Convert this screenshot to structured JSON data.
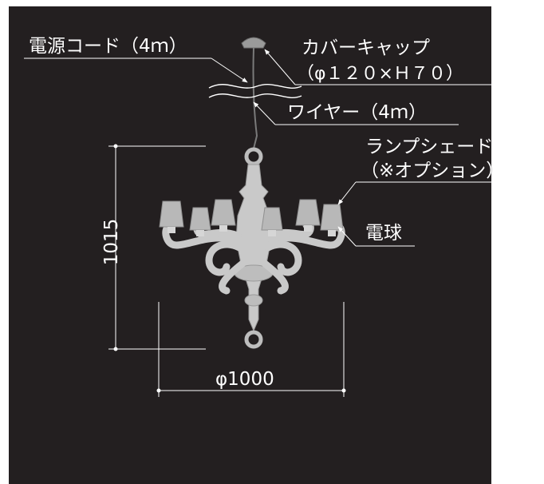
{
  "labels": {
    "power_cord": "電源コード（4ｍ）",
    "cover_cap": "カバーキャップ",
    "cover_cap_size": "（φ１２０×Ｈ７０）",
    "wire": "ワイヤー（4ｍ）",
    "lamp_shade": "ランプシェード",
    "lamp_shade_note": "（※オプション）",
    "bulb": "電球"
  },
  "dimensions": {
    "height": "1015",
    "diameter": "φ1000"
  },
  "colors": {
    "background": "#231f20",
    "lines": "#ffffff",
    "fixture": "#c9c9c9"
  }
}
